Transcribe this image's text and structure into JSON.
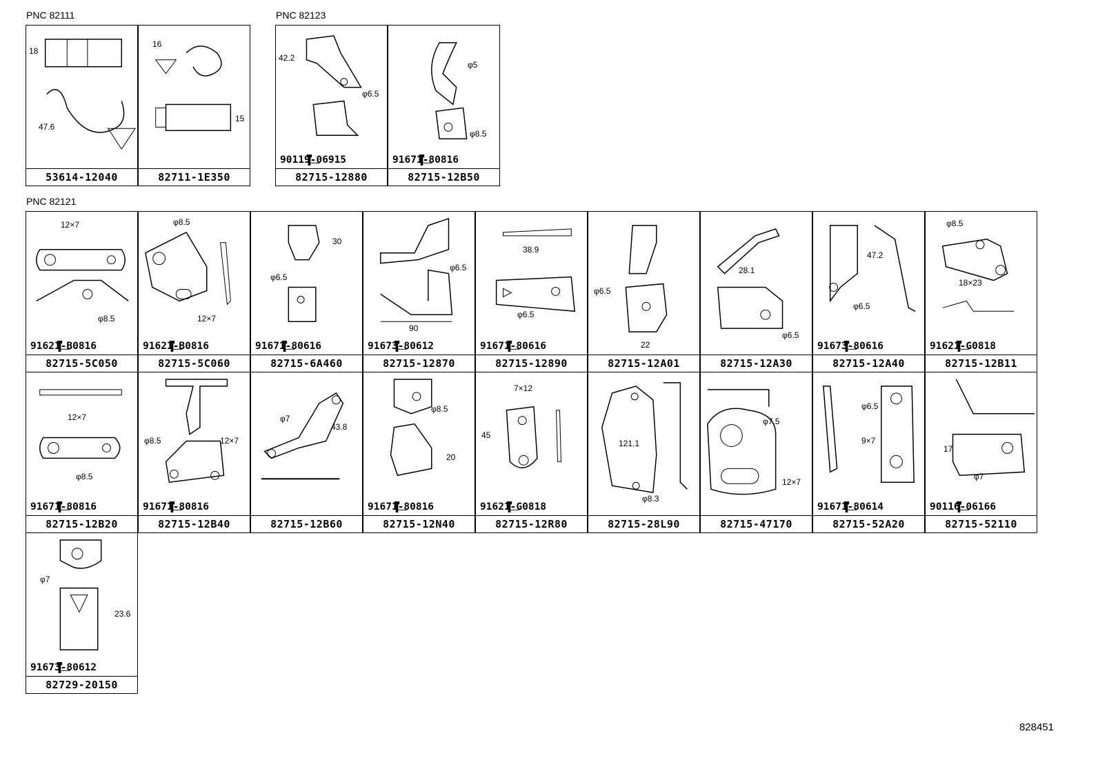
{
  "groups": [
    {
      "label": "PNC 82111"
    },
    {
      "label": "PNC 82123"
    },
    {
      "label": "PNC 82121"
    }
  ],
  "cells": [
    {
      "pn": "53614-12040",
      "bolt": "",
      "dims": [
        "18",
        "47.6"
      ]
    },
    {
      "pn": "82711-1E350",
      "bolt": "",
      "dims": [
        "16",
        "15"
      ]
    },
    {
      "pn": "82715-12880",
      "bolt": "90119-06915",
      "dims": [
        "42.2",
        "φ6.5"
      ]
    },
    {
      "pn": "82715-12B50",
      "bolt": "91671-80816",
      "dims": [
        "φ5",
        "φ8.5"
      ]
    },
    {
      "pn": "82715-5C050",
      "bolt": "91621-B0816",
      "dims": [
        "12×7",
        "φ8.5"
      ]
    },
    {
      "pn": "82715-5C060",
      "bolt": "91621-B0816",
      "dims": [
        "φ8.5",
        "12×7"
      ]
    },
    {
      "pn": "82715-6A460",
      "bolt": "91671-80616",
      "dims": [
        "30",
        "φ6.5"
      ]
    },
    {
      "pn": "82715-12870",
      "bolt": "91673-80612",
      "dims": [
        "φ6.5",
        "90"
      ]
    },
    {
      "pn": "82715-12890",
      "bolt": "91671-80616",
      "dims": [
        "38.9",
        "φ6.5"
      ]
    },
    {
      "pn": "82715-12A01",
      "bolt": "",
      "dims": [
        "φ6.5",
        "22"
      ]
    },
    {
      "pn": "82715-12A30",
      "bolt": "",
      "dims": [
        "28.1",
        "φ6.5"
      ]
    },
    {
      "pn": "82715-12A40",
      "bolt": "91673-80616",
      "dims": [
        "47.2",
        "φ6.5"
      ]
    },
    {
      "pn": "82715-12B11",
      "bolt": "91621-G0818",
      "dims": [
        "φ8.5",
        "18×23"
      ]
    },
    {
      "pn": "82715-12B20",
      "bolt": "91671-80816",
      "dims": [
        "12×7",
        "φ8.5"
      ]
    },
    {
      "pn": "82715-12B40",
      "bolt": "91671-80816",
      "dims": [
        "φ8.5",
        "12×7"
      ]
    },
    {
      "pn": "82715-12B60",
      "bolt": "",
      "dims": [
        "φ7",
        "43.8"
      ]
    },
    {
      "pn": "82715-12N40",
      "bolt": "91671-80816",
      "dims": [
        "φ8.5",
        "20"
      ]
    },
    {
      "pn": "82715-12R80",
      "bolt": "91621-G0818",
      "dims": [
        "7×12",
        "45"
      ]
    },
    {
      "pn": "82715-28L90",
      "bolt": "",
      "dims": [
        "121.1",
        "φ8.3"
      ]
    },
    {
      "pn": "82715-47170",
      "bolt": "",
      "dims": [
        "φ7.5",
        "12×7"
      ]
    },
    {
      "pn": "82715-52A20",
      "bolt": "91671-80614",
      "dims": [
        "φ6.5",
        "9×7"
      ]
    },
    {
      "pn": "82715-52110",
      "bolt": "90116-06166",
      "dims": [
        "17",
        "φ7"
      ]
    },
    {
      "pn": "82729-20150",
      "bolt": "91673-80612",
      "dims": [
        "φ7",
        "23.6"
      ]
    }
  ],
  "code": "828451"
}
